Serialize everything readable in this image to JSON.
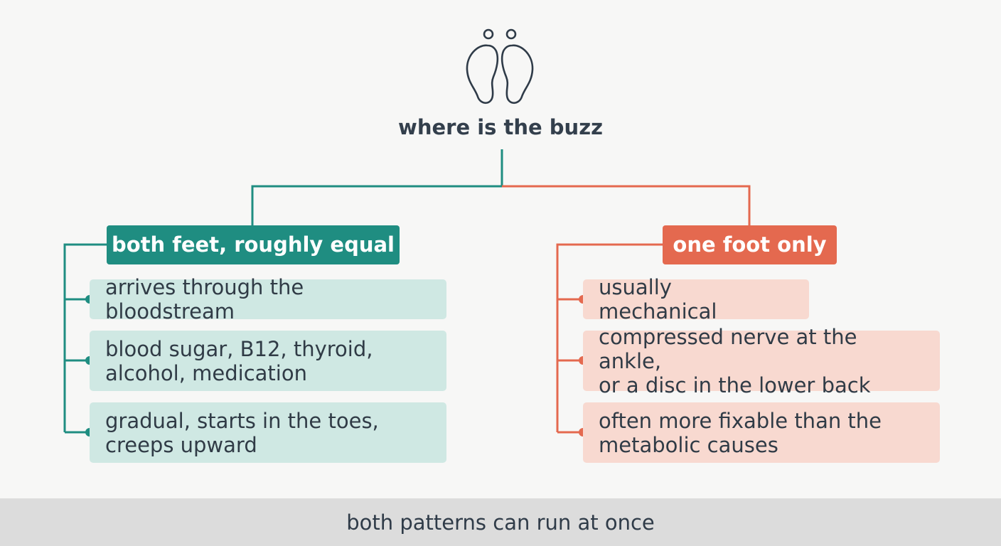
{
  "title": "where is the buzz",
  "icon": "feet-icon",
  "colors": {
    "left_accent": "#1f8d81",
    "left_item_bg": "#cfe8e3",
    "right_accent": "#e4694f",
    "right_item_bg": "#f8d9d0",
    "text": "#2f3b48",
    "footer_bg": "#dcdcdc"
  },
  "branches": {
    "left": {
      "header": "both feet, roughly equal",
      "items": [
        "arrives through the bloodstream",
        "blood sugar, B12, thyroid,\nalcohol, medication",
        "gradual, starts in the toes,\ncreeps upward"
      ]
    },
    "right": {
      "header": "one foot only",
      "items": [
        "usually mechanical",
        "compressed nerve at the ankle,\nor a disc in the lower back",
        "often more fixable than the\nmetabolic causes"
      ]
    }
  },
  "footer": "both patterns can run at once"
}
